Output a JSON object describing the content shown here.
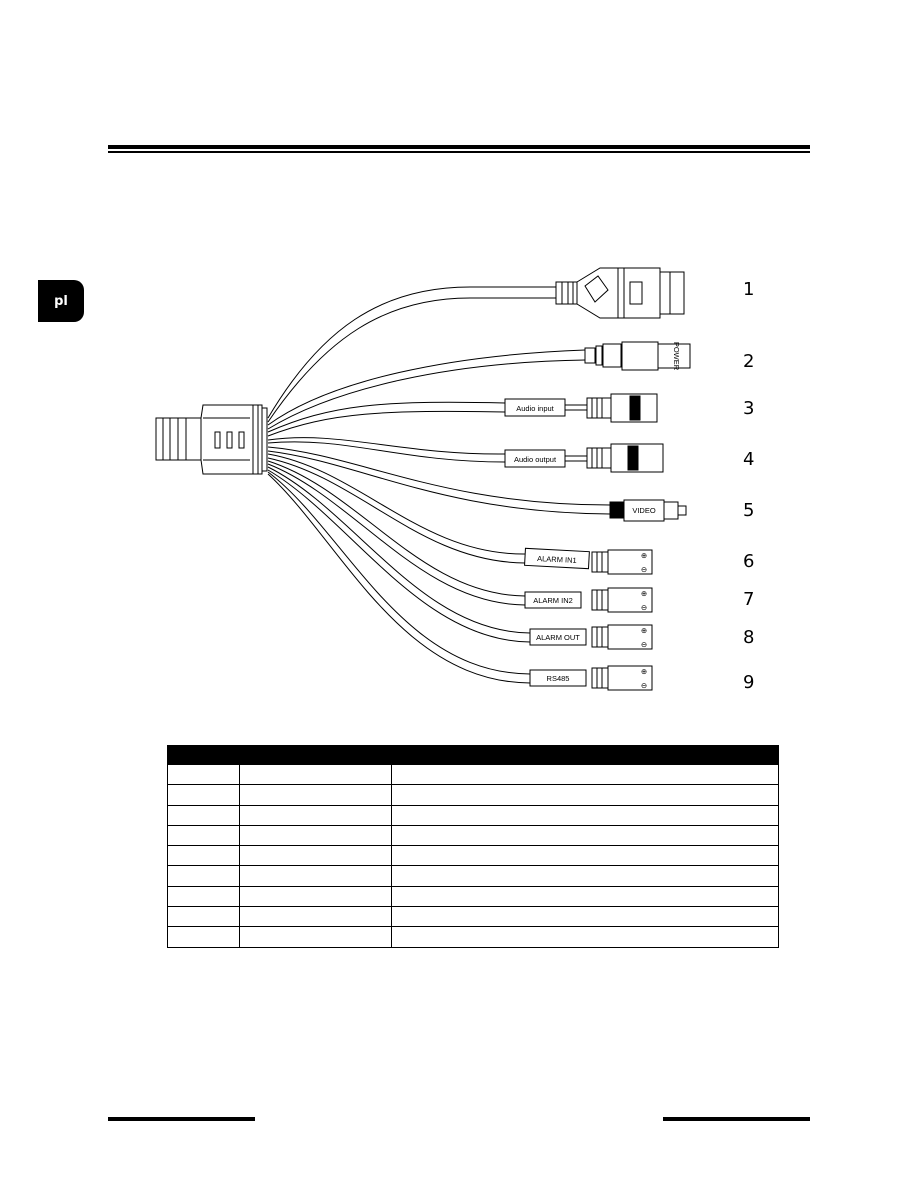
{
  "side_tab": {
    "label": "pl"
  },
  "diagram": {
    "labels": {
      "power": "POWER",
      "audio_input": "Audio input",
      "audio_output": "Audio output",
      "video": "VIDEO",
      "alarm_in1": "ALARM IN1",
      "alarm_in2": "ALARM IN2",
      "alarm_out": "ALARM OUT",
      "rs485": "RS485"
    },
    "numbers": [
      "1",
      "2",
      "3",
      "4",
      "5",
      "6",
      "7",
      "8",
      "9"
    ],
    "polarity": {
      "plus": "⊕",
      "minus": "⊖"
    }
  },
  "table": {
    "headers": [
      "",
      "",
      ""
    ],
    "rows": [
      [
        "",
        "",
        ""
      ],
      [
        "",
        "",
        ""
      ],
      [
        "",
        "",
        ""
      ],
      [
        "",
        "",
        ""
      ],
      [
        "",
        "",
        ""
      ],
      [
        "",
        "",
        ""
      ],
      [
        "",
        "",
        ""
      ],
      [
        "",
        "",
        ""
      ],
      [
        "",
        "",
        ""
      ]
    ]
  }
}
